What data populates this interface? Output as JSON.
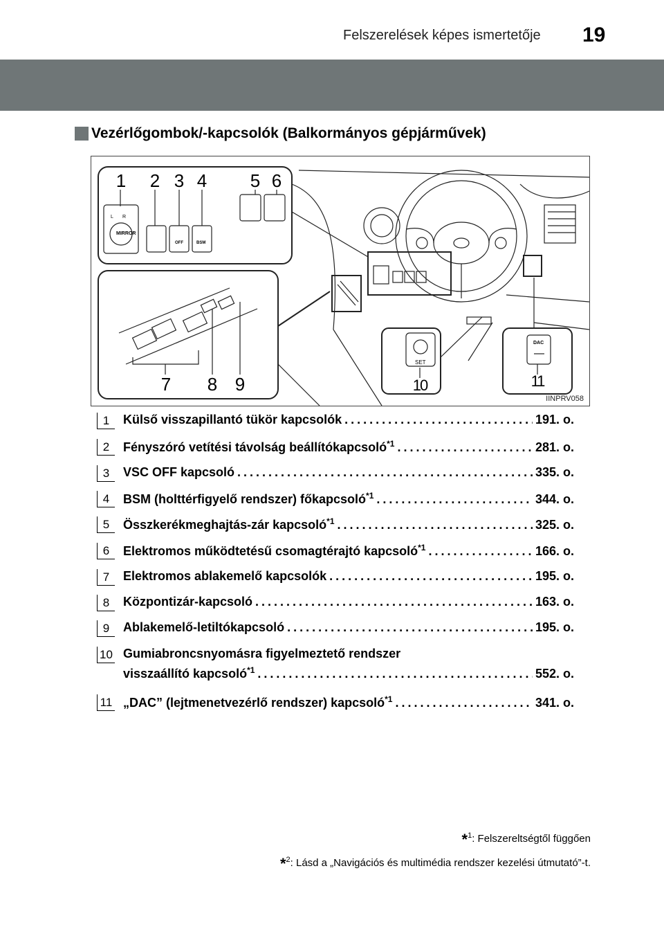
{
  "header": {
    "title": "Felszerelések képes ismertetője",
    "page_number": "19"
  },
  "section": {
    "title": "Vezérlőgombok/-kapcsolók (Balkormányos gépjárművek)"
  },
  "figure": {
    "code": "IINPRV058",
    "callouts": [
      "1",
      "2",
      "3",
      "4",
      "5",
      "6",
      "7",
      "8",
      "9",
      "10",
      "11"
    ],
    "button_labels": {
      "mirror": "MIRROR",
      "l": "L",
      "r": "R",
      "vsc_off": "OFF",
      "bsm": "BSM",
      "set": "SET",
      "dac": "DAC"
    }
  },
  "items": [
    {
      "num": "1",
      "text": "Külső visszapillantó tükör kapcsolók",
      "sup": "",
      "page": "191. o."
    },
    {
      "num": "2",
      "text": "Fényszóró vetítési távolság beállítókapcsoló",
      "sup": "*1",
      "page": "281. o."
    },
    {
      "num": "3",
      "text": "VSC OFF kapcsoló",
      "sup": "",
      "page": "335. o."
    },
    {
      "num": "4",
      "text": "BSM (holttérfigyelő rendszer) főkapcsoló",
      "sup": "*1",
      "page": "344. o."
    },
    {
      "num": "5",
      "text": "Összkerékmeghajtás-zár kapcsoló",
      "sup": "*1",
      "page": "325. o."
    },
    {
      "num": "6",
      "text": "Elektromos működtetésű csomagtérajtó kapcsoló",
      "sup": "*1",
      "page": "166. o."
    },
    {
      "num": "7",
      "text": "Elektromos ablakemelő kapcsolók",
      "sup": "",
      "page": "195. o."
    },
    {
      "num": "8",
      "text": "Központizár-kapcsoló",
      "sup": "",
      "page": "163. o."
    },
    {
      "num": "9",
      "text": "Ablakemelő-letiltókapcsoló",
      "sup": "",
      "page": "195. o."
    },
    {
      "num": "10",
      "text_line1": "Gumiabroncsnyomásra figyelmeztető rendszer",
      "text": "visszaállító kapcsoló",
      "sup": "*1",
      "page": "552. o."
    },
    {
      "num": "11",
      "text": "„DAC” (lejtmenetvezérlő rendszer) kapcsoló",
      "sup": "*1",
      "page": "341. o."
    }
  ],
  "footnotes": [
    {
      "star": "*",
      "mark": "1",
      "text": ": Felszereltségtől függően"
    },
    {
      "star": "*",
      "mark": "2",
      "text": ": Lásd a „Navigációs és multimédia rendszer kezelési útmutató”-t."
    }
  ]
}
